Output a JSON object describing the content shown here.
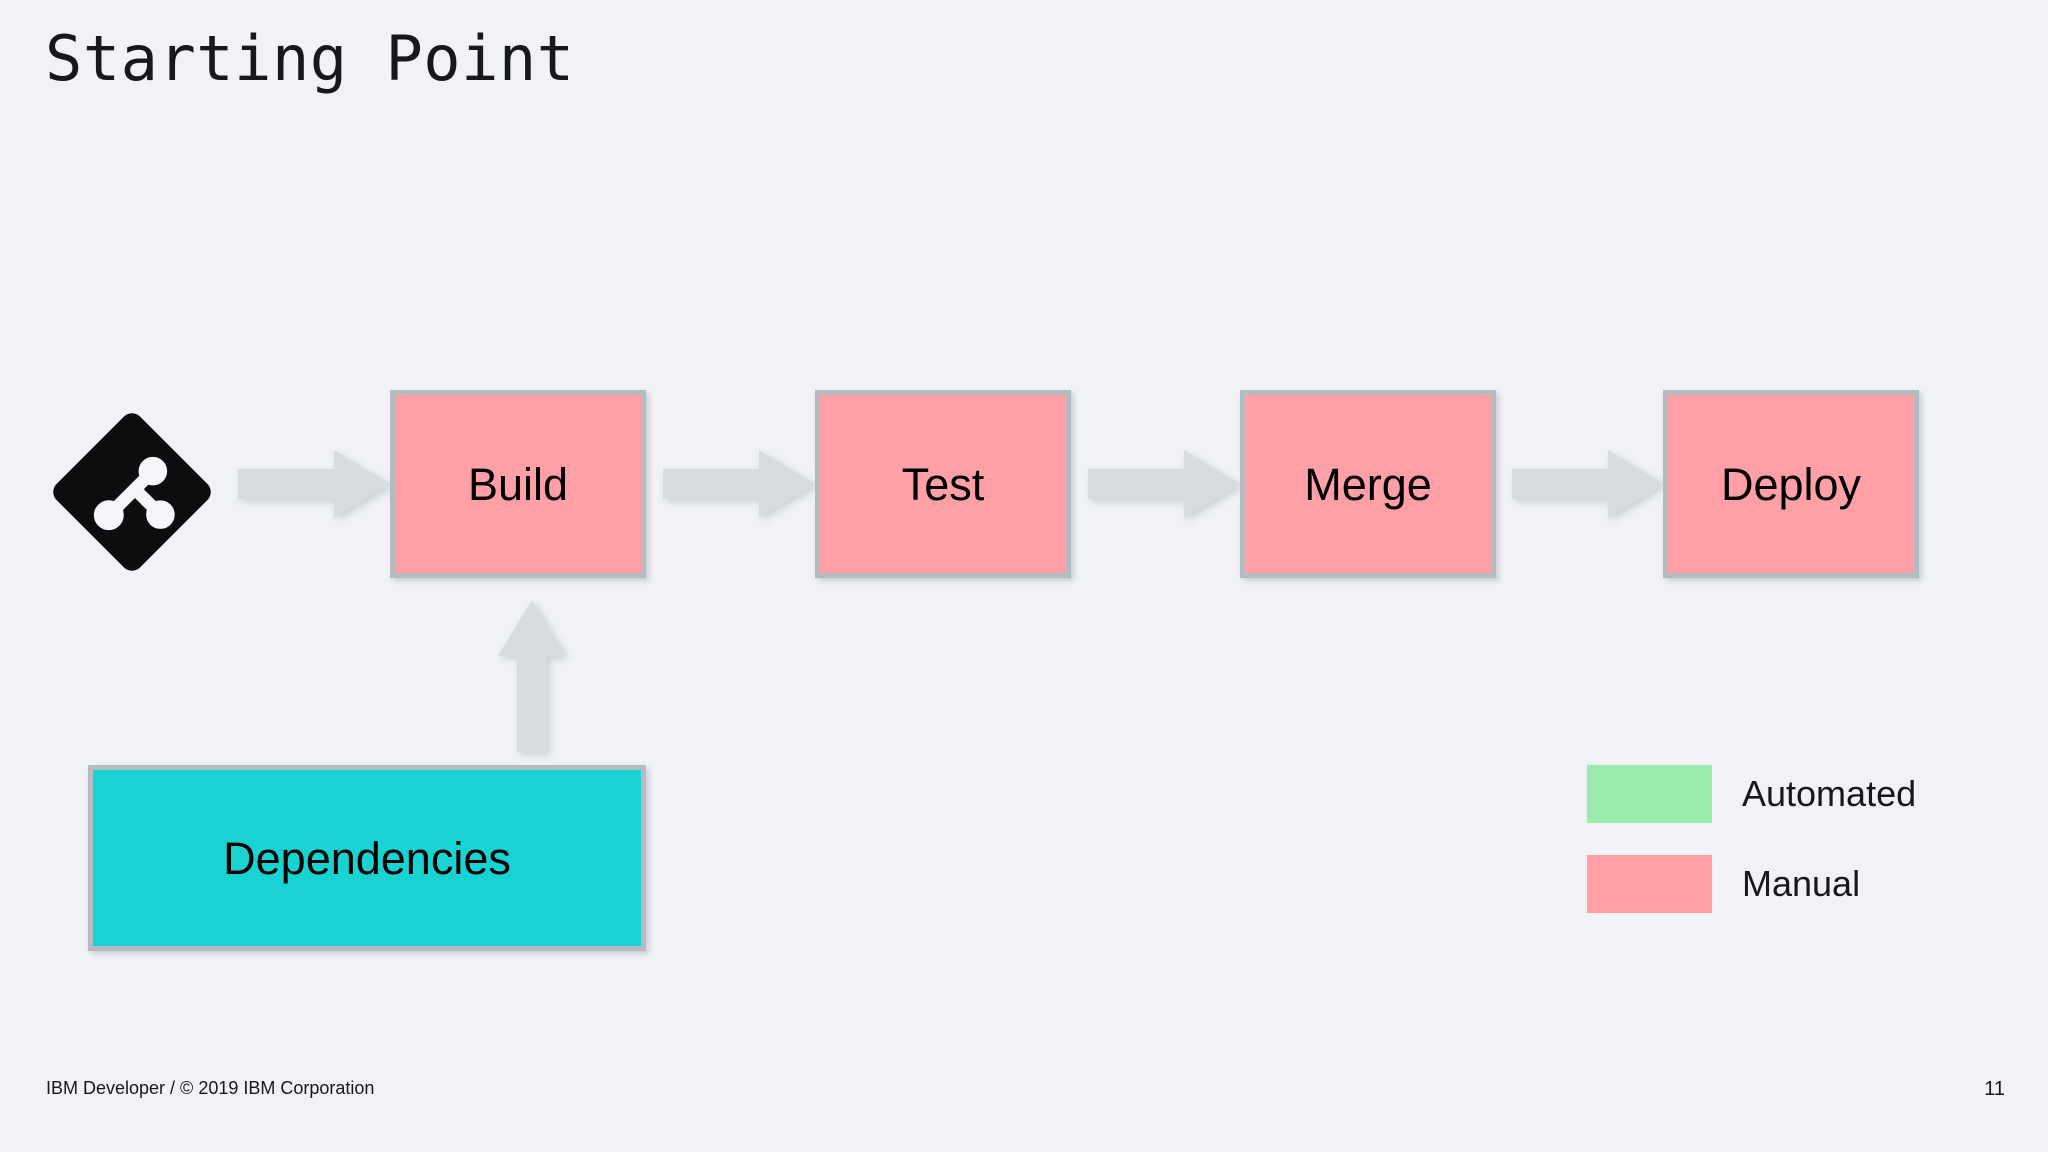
{
  "slide": {
    "title": "Starting Point",
    "background_color": "#f0f2f6"
  },
  "source_icon": {
    "name": "git-logo",
    "color": "#0d0d0f"
  },
  "pipeline": {
    "stages": [
      {
        "label": "Build",
        "type": "manual",
        "color": "#ff9fa6"
      },
      {
        "label": "Test",
        "type": "manual",
        "color": "#ff9fa6"
      },
      {
        "label": "Merge",
        "type": "manual",
        "color": "#ff9fa6"
      },
      {
        "label": "Deploy",
        "type": "manual",
        "color": "#ff9fa6"
      }
    ],
    "arrow_color": "#d8dce0",
    "border_color": "#b6bbc2"
  },
  "dependencies": {
    "label": "Dependencies",
    "color": "#19d3d3",
    "type": "manual-input"
  },
  "legend": {
    "items": [
      {
        "label": "Automated",
        "color": "#9aecae"
      },
      {
        "label": "Manual",
        "color": "#ff9fa6"
      }
    ]
  },
  "footer": {
    "copyright": "IBM Developer / © 2019 IBM Corporation",
    "page_number": "11"
  }
}
